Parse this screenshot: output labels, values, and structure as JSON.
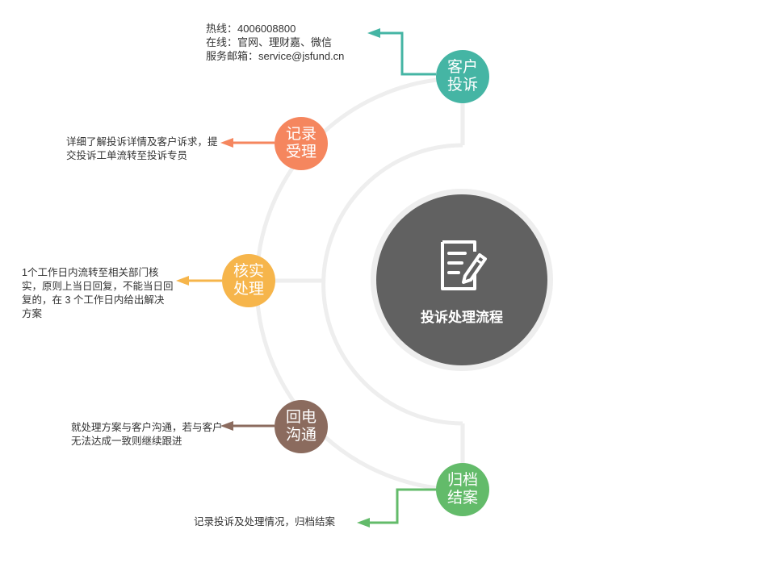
{
  "center": {
    "title": "投诉处理流程",
    "icon": "document-edit-icon"
  },
  "steps": [
    {
      "id": "complaint",
      "label_line1": "客户",
      "label_line2": "投诉",
      "color": "#45b5a4",
      "desc": [
        "热线：4006008800",
        "在线：官网、理财嘉、微信",
        "服务邮箱：service@jsfund.cn"
      ]
    },
    {
      "id": "record",
      "label_line1": "记录",
      "label_line2": "受理",
      "color": "#f5865e",
      "desc": [
        "详细了解投诉详情及客户诉求，提交投诉工单流转至投诉专员"
      ]
    },
    {
      "id": "verify",
      "label_line1": "核实",
      "label_line2": "处理",
      "color": "#f6b54b",
      "desc": [
        "1个工作日内流转至相关部门核实，原则上当日回复，不能当日回复的，在 3 个工作日内给出解决方案"
      ]
    },
    {
      "id": "callback",
      "label_line1": "回电",
      "label_line2": "沟通",
      "color": "#8b6b5e",
      "desc": [
        "就处理方案与客户沟通，若与客户无法达成一致则继续跟进"
      ]
    },
    {
      "id": "archive",
      "label_line1": "归档",
      "label_line2": "结案",
      "color": "#63bb6a",
      "desc": [
        "记录投诉及处理情况，归档结案"
      ]
    }
  ]
}
